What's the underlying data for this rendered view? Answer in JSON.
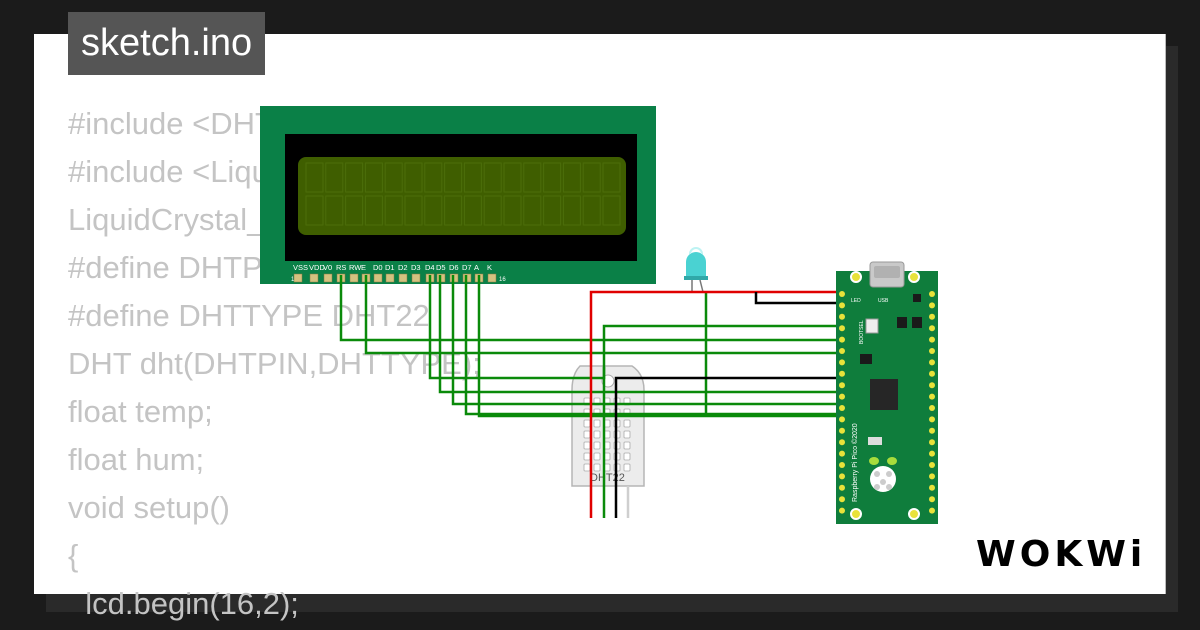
{
  "file_tab": {
    "name": "sketch.ino"
  },
  "code_lines": [
    "#include <DHT.h>",
    "#include <LiquidCrystal_I2C.h>",
    "LiquidCrystal_I2C lcd(0x27,16,2);",
    "#define DHTPIN 15",
    "#define DHTTYPE DHT22",
    "DHT dht(DHTPIN,DHTTYPE);",
    "float temp;",
    "float hum;",
    "void setup()",
    "{",
    "  lcd.begin(16,2);"
  ],
  "lcd": {
    "pin_labels": [
      "VSS",
      "VDD",
      "V0",
      "RS",
      "RW",
      "E",
      "D0",
      "D1",
      "D2",
      "D3",
      "D4",
      "D5",
      "D6",
      "D7",
      "A",
      "K"
    ],
    "pin_start": "1",
    "pin_end": "16",
    "colors": {
      "board": "#0a8047",
      "bezel": "#000000",
      "screen": "#3f5e00"
    }
  },
  "sensor": {
    "label": "DHT22"
  },
  "pico": {
    "led_label": "LED",
    "usb_label": "USB",
    "bootsel_label": "BOOTSEL",
    "board_label": "Raspberry Pi Pico ©2020",
    "board_color": "#0f7d3c"
  },
  "led": {
    "color": "#40d0d0"
  },
  "wire_colors": {
    "signal": "#0a8a0a",
    "power": "#e00000",
    "ground": "#000000"
  },
  "brand": {
    "logo": "WOKWi"
  }
}
